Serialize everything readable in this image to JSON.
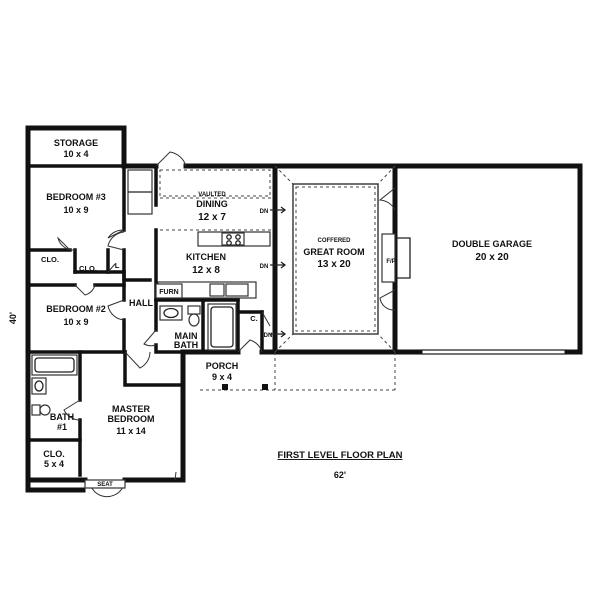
{
  "rooms": {
    "storage": {
      "name": "STORAGE",
      "dims": "10 x 4"
    },
    "bedroom3": {
      "name": "BEDROOM #3",
      "dims": "10 x 9"
    },
    "clo_left": {
      "name": "CLO."
    },
    "clo_mid": {
      "name": "CLO."
    },
    "linen": {
      "name": "L"
    },
    "bedroom2": {
      "name": "BEDROOM #2",
      "dims": "10 x 9"
    },
    "hall": {
      "name": "HALL"
    },
    "furn": {
      "name": "FURN"
    },
    "main_bath": {
      "name": "MAIN",
      "name2": "BATH"
    },
    "coat_closet": {
      "name": "C."
    },
    "dining": {
      "note": "VAULTED",
      "name": "DINING",
      "dims": "12 x 7"
    },
    "kitchen": {
      "name": "KITCHEN",
      "dims": "12 x 8"
    },
    "great_room": {
      "note": "COFFERED",
      "name": "GREAT ROOM",
      "dims": "13 x 20"
    },
    "fireplace": {
      "name": "F/P"
    },
    "garage": {
      "name": "DOUBLE GARAGE",
      "dims": "20 x 20"
    },
    "porch": {
      "name": "PORCH",
      "dims": "9 x 4"
    },
    "bath1": {
      "name": "BATH",
      "name2": "#1"
    },
    "master_clo": {
      "name": "CLO.",
      "dims": "5 x 4"
    },
    "master_bedroom": {
      "name": "MASTER",
      "name2": "BEDROOM",
      "dims": "11 x 14"
    },
    "seat": {
      "name": "SEAT"
    }
  },
  "stairs": {
    "dn1": "DN",
    "dn2": "DN",
    "dn3": "DN"
  },
  "plan_title": "FIRST LEVEL FLOOR PLAN",
  "dimensions": {
    "width": "62'",
    "depth": "40'"
  }
}
